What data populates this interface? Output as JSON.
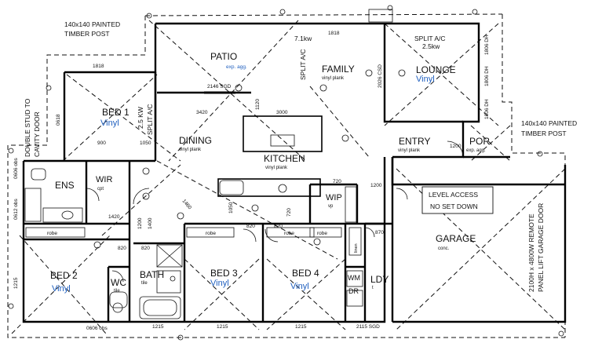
{
  "colors": {
    "line": "#111111",
    "accent": "#1f5fbf",
    "wall": "#000000"
  },
  "callouts": {
    "post_nw_line1": "140x140 PAINTED",
    "post_nw_line2": "TIMBER POST",
    "post_e_line1": "140x140 PAINTED",
    "post_e_line2": "TIMBER POST",
    "stud_line1": "DOUBLE STUD TO",
    "stud_line2": "CAVITY DOOR",
    "level_access_line1": "LEVEL ACCESS",
    "level_access_line2": "NO SET DOWN",
    "garage_door_line1": "2100H x 4800W REMOTE",
    "garage_door_line2": "PANEL LIFT GARAGE DOOR"
  },
  "rooms": {
    "patio": {
      "name": "PATIO",
      "finish": "exp. agg."
    },
    "family": {
      "name": "FAMILY",
      "finish": "vinyl plank"
    },
    "lounge": {
      "name": "LOUNGE",
      "finish": "Vinyl"
    },
    "bed1": {
      "name": "BED 1",
      "finish": "Vinyl"
    },
    "dining": {
      "name": "DINING",
      "finish": "vinyl plank"
    },
    "kitchen": {
      "name": "KITCHEN",
      "finish": "vinyl plank"
    },
    "entry": {
      "name": "ENTRY",
      "finish": "vinyl plank"
    },
    "por": {
      "name": "POR",
      "finish": "exp. agg."
    },
    "ens": {
      "name": "ENS"
    },
    "wir": {
      "name": "WIR",
      "finish": "cpt"
    },
    "wip": {
      "name": "WIP",
      "finish": "vp"
    },
    "garage": {
      "name": "GARAGE",
      "finish": "conc."
    },
    "bed2": {
      "name": "BED 2",
      "finish": "Vinyl"
    },
    "wc": {
      "name": "WC",
      "finish": "tile"
    },
    "bath": {
      "name": "BATH",
      "finish": "tile"
    },
    "bed3": {
      "name": "BED 3",
      "finish": "Vinyl"
    },
    "bed4": {
      "name": "BED 4",
      "finish": "Vinyl"
    },
    "ldy": {
      "name": "LDY",
      "finish": "t"
    },
    "wm": {
      "name": "WM"
    },
    "dr": {
      "name": "DR"
    }
  },
  "appliances": {
    "split_family": "SPLIT A/C",
    "split_family_kw": "7.1kw",
    "split_lounge": "SPLIT A/C",
    "split_lounge_kw": "2.5kw",
    "split_bed1": "SPLIT A/C",
    "split_bed1_kw": "2.5 KW"
  },
  "dimensions": {
    "d1818_top": "1818",
    "d1818_left": "1818",
    "d2146": "2146 SGD",
    "d3420": "3420",
    "d3000": "3000",
    "d1120": "1120",
    "d900": "900",
    "d1050": "1050",
    "d0618": "0618",
    "d1806_dh_a": "1806 DH",
    "d1806_dh_b": "1806 DH",
    "d1806_dh_c": "1806 DH",
    "d2026": "2026 CSD",
    "d1200_entry": "1200",
    "d1200_b": "1200",
    "d720": "720",
    "d0606_a": "0606 obs",
    "d0612": "0612 obs",
    "d0606_b": "0606 obs",
    "d1215_l": "1215",
    "d1215_a": "1215",
    "d1215_b": "1215",
    "d1215_c": "1215",
    "d2115": "2115 SGD",
    "d820_a": "820",
    "d820_b": "820",
    "d820_c": "820",
    "d820_d": "820",
    "d870": "870",
    "d1050_v": "1050",
    "d1420": "1420",
    "d1460": "1460",
    "d1200_v": "1200",
    "d1400": "1400"
  },
  "robes": {
    "r1": "robe",
    "r2": "robe",
    "r3": "robe",
    "r4": "robe"
  },
  "misc": {
    "linen": "linen",
    "pantry": "720"
  }
}
